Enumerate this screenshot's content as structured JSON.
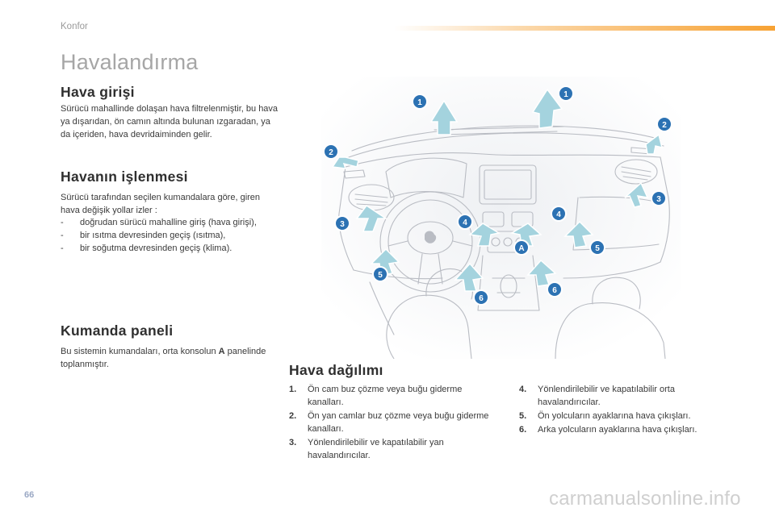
{
  "header": {
    "section": "Konfor",
    "title": "Havalandırma"
  },
  "air_intake": {
    "heading": "Hava girişi",
    "text": "Sürücü mahallinde dolaşan hava filtrelenmiştir, bu hava ya dışarıdan, ön camın altında bulunan ızgaradan, ya da içeriden, hava devridaiminden gelir."
  },
  "air_treatment": {
    "heading": "Havanın işlenmesi",
    "intro": "Sürücü tarafından seçilen kumandalara göre, giren hava değişik yollar izler :",
    "items": [
      "doğrudan sürücü mahalline giriş (hava girişi),",
      "bir ısıtma devresinden geçiş (ısıtma),",
      "bir soğutma devresinden geçiş (klima)."
    ]
  },
  "control_panel": {
    "heading": "Kumanda paneli",
    "text_before": "Bu sistemin kumandaları, orta konsolun ",
    "panel_letter": "A",
    "text_after": " panelinde toplanmıştır."
  },
  "air_distribution": {
    "heading": "Hava dağılımı",
    "items": [
      {
        "num": "1.",
        "text": "Ön cam buz çözme veya buğu giderme kanalları."
      },
      {
        "num": "2.",
        "text": "Ön yan camlar buz çözme veya buğu giderme kanalları."
      },
      {
        "num": "3.",
        "text": "Yönlendirilebilir ve kapatılabilir yan havalandırıcılar."
      },
      {
        "num": "4.",
        "text": "Yönlendirilebilir ve kapatılabilir orta havalandırıcılar."
      },
      {
        "num": "5.",
        "text": "Ön yolcuların ayaklarına hava çıkışları."
      },
      {
        "num": "6.",
        "text": "Arka yolcuların ayaklarına hava çıkışları."
      }
    ]
  },
  "diagram": {
    "callouts": [
      "1",
      "1",
      "2",
      "2",
      "3",
      "3",
      "4",
      "4",
      "5",
      "5",
      "6",
      "6",
      "A"
    ],
    "brand_logo": "lion-emblem",
    "colors": {
      "badge": "#2c72b3",
      "badge_edge": "#ffffff",
      "arrow": "#a4d3de",
      "line": "#b9bcc3"
    }
  },
  "footer": {
    "page_number": "66",
    "watermark": "carmanualsonline.info"
  },
  "colors": {
    "accent_bar": "#f7a233",
    "title": "#a6a6a6",
    "page_number": "#9aa8c4"
  }
}
